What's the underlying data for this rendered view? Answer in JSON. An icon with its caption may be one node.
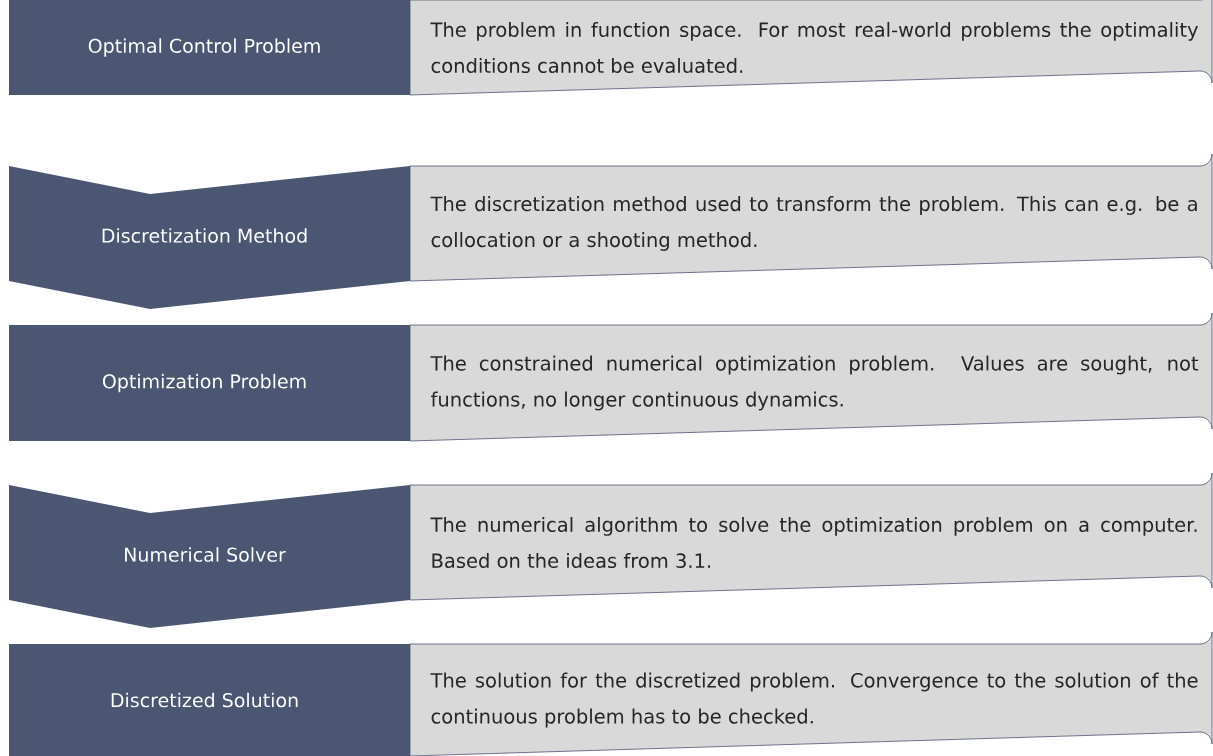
{
  "diagram": {
    "nodes": [
      {
        "text": [
          "Optimal Control Problem"
        ]
      },
      {
        "text": [
          "The problem in function space. For most real-world problems the optimality conditions cannot be evaluated."
        ]
      },
      {
        "text": [
          "Discretization Method"
        ]
      },
      {
        "text": [
          "The discretization method used to transform the problem. This can e.g. be a collocation or a shooting method."
        ]
      },
      {
        "text": [
          "Optimization Problem"
        ]
      },
      {
        "text": [
          "The constrained numerical optimization problem. Values are sought, not functions, no longer continuous dynamics."
        ]
      },
      {
        "text": [
          "Numerical Solver"
        ]
      },
      {
        "text": [
          "The numerical algorithm to solve the optimization problem on a computer. Based on the ideas from 3.1."
        ]
      },
      {
        "text": [
          "Discretized Solution"
        ]
      },
      {
        "text": [
          "The solution for the discretized problem. Convergence to the solution of the continuous problem has to be checked."
        ]
      }
    ]
  }
}
